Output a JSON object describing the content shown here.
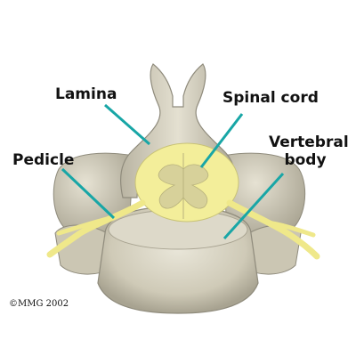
{
  "labels": {
    "lamina": "Lamina",
    "spinal_cord": "Spinal cord",
    "pedicle": "Pedicle",
    "vertebral_body_line1": "Vertebral",
    "vertebral_body_line2": "body"
  },
  "copyright": "©MMG 2002",
  "colors": {
    "bone": "#d9d4c3",
    "bone_shadow": "#a9a492",
    "bone_dark": "#8f8b7c",
    "cord": "#f3ee9a",
    "gray_matter": "#d7d19a",
    "nerve": "#efe88a",
    "leader": "#18a6a6"
  }
}
